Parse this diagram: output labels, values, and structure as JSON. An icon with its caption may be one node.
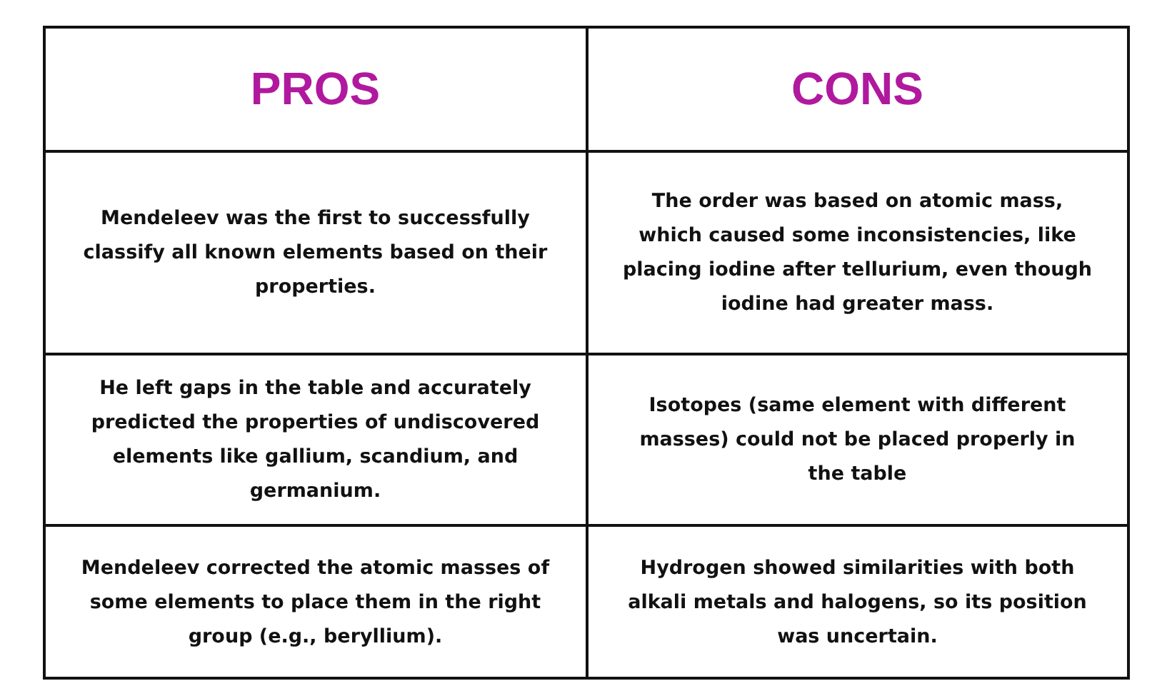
{
  "diagram": {
    "labels": [
      "PROS",
      "CONS",
      "**Mendeleev** was the **first** to successfully classify all known elements based on their properties.",
      "The order was based on **atomic mass**, which caused some **inconsistencies,** like placing iodine after tellurium, even though iodine had greater mass.",
      "He left **gaps** in the table and accurately predicted the properties of undiscovered elements like **gallium, scandium, and germanium.**",
      "**Isotopes** (same element with different masses) could not be placed properly in the table",
      "Mendeleev **corrected the atomic masses** of some elements to place them in the right group (e.g., beryllium).",
      "**Hydrogen** showed similarities with both alkali metals and halogens, so its **position was uncertain.**"
    ]
  }
}
